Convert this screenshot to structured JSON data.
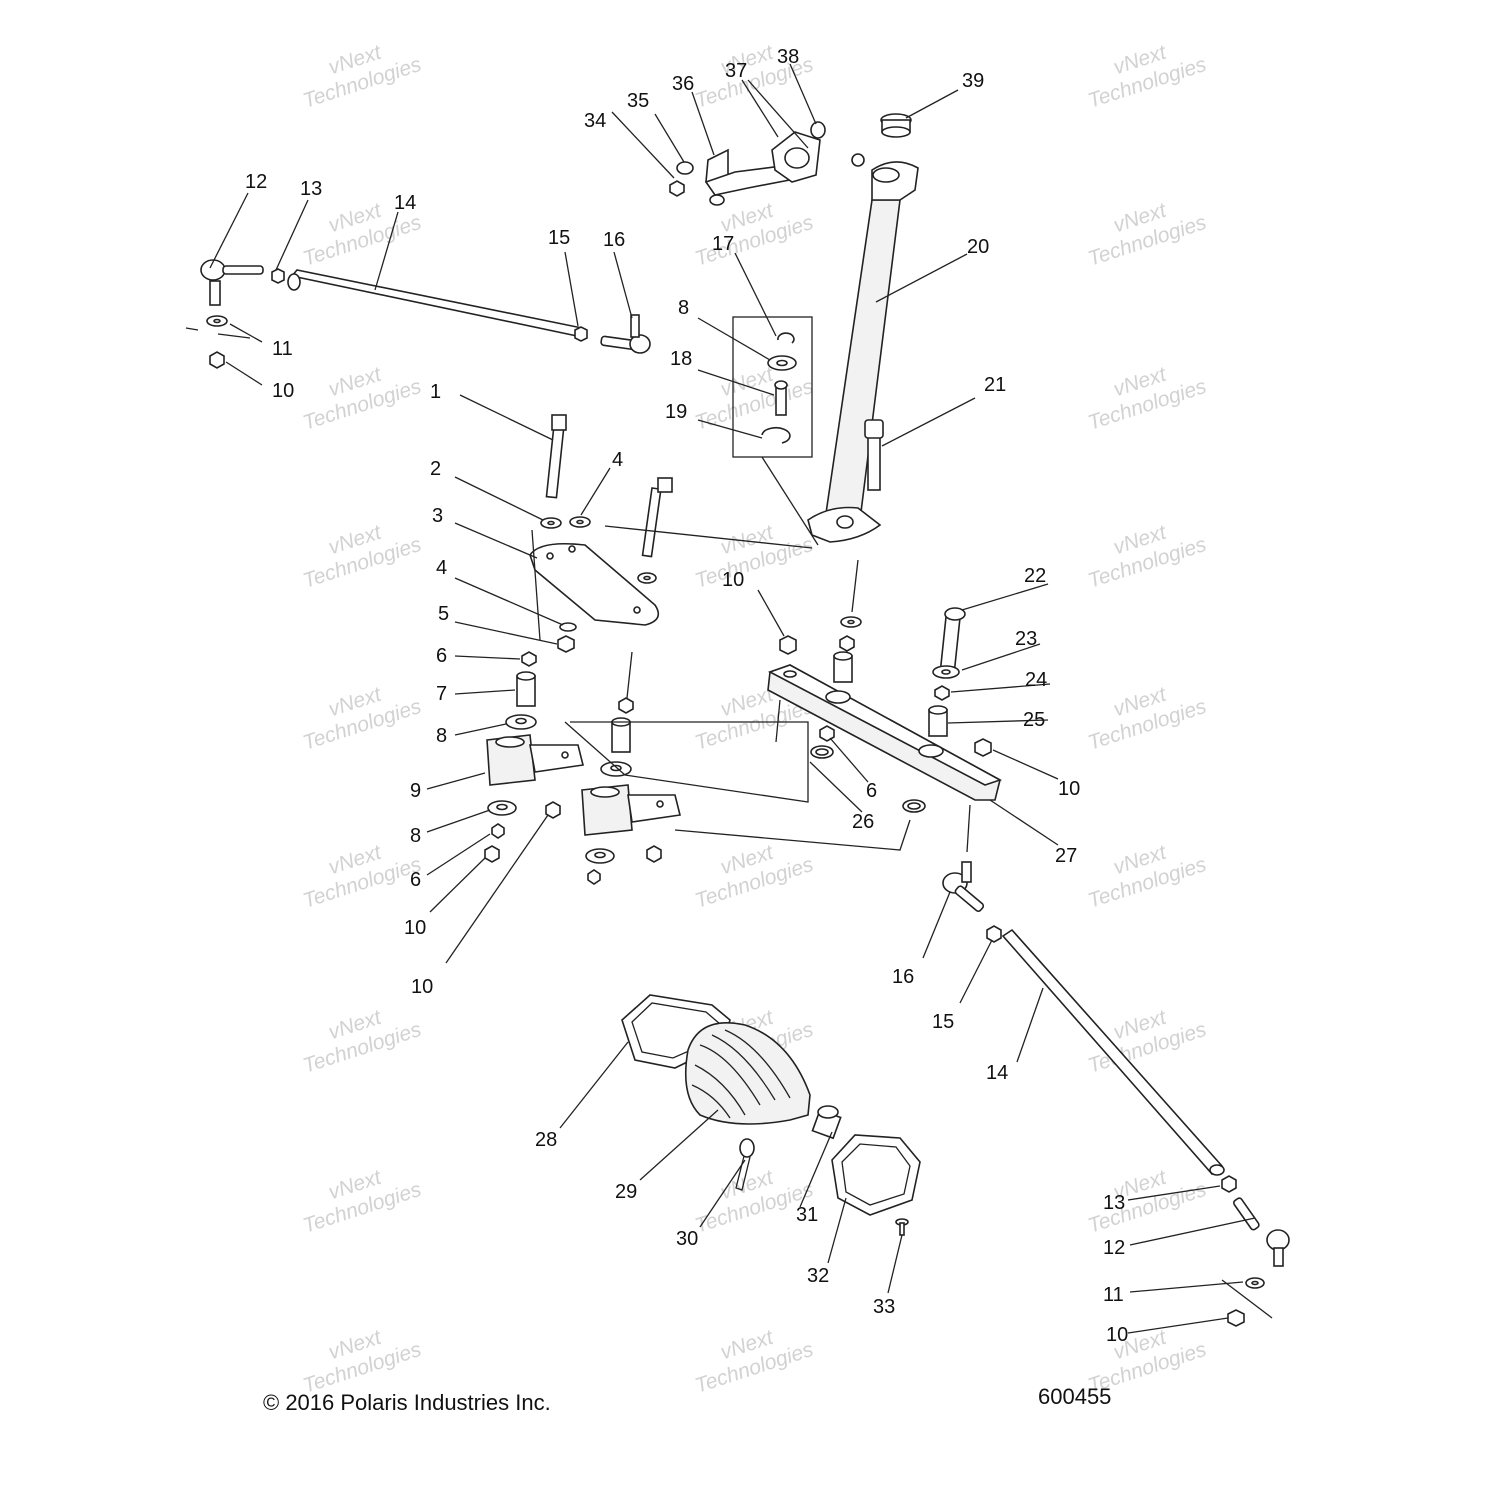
{
  "diagram": {
    "watermark_line1": "vNext",
    "watermark_line2": "Technologies",
    "copyright": "© 2016 Polaris Industries Inc.",
    "figure_number": "600455",
    "callouts": [
      {
        "id": "c01",
        "label": "1"
      },
      {
        "id": "c02",
        "label": "2"
      },
      {
        "id": "c03",
        "label": "3"
      },
      {
        "id": "c04a",
        "label": "4"
      },
      {
        "id": "c04b",
        "label": "4"
      },
      {
        "id": "c05",
        "label": "5"
      },
      {
        "id": "c06a",
        "label": "6"
      },
      {
        "id": "c06b",
        "label": "6"
      },
      {
        "id": "c06c",
        "label": "6"
      },
      {
        "id": "c07",
        "label": "7"
      },
      {
        "id": "c08a",
        "label": "8"
      },
      {
        "id": "c08b",
        "label": "8"
      },
      {
        "id": "c08c",
        "label": "8"
      },
      {
        "id": "c09",
        "label": "9"
      },
      {
        "id": "c10a",
        "label": "10"
      },
      {
        "id": "c10b",
        "label": "10"
      },
      {
        "id": "c10c",
        "label": "10"
      },
      {
        "id": "c10d",
        "label": "10"
      },
      {
        "id": "c10e",
        "label": "10"
      },
      {
        "id": "c10f",
        "label": "10"
      },
      {
        "id": "c11a",
        "label": "11"
      },
      {
        "id": "c11b",
        "label": "11"
      },
      {
        "id": "c12a",
        "label": "12"
      },
      {
        "id": "c12b",
        "label": "12"
      },
      {
        "id": "c13a",
        "label": "13"
      },
      {
        "id": "c13b",
        "label": "13"
      },
      {
        "id": "c14a",
        "label": "14"
      },
      {
        "id": "c14b",
        "label": "14"
      },
      {
        "id": "c15a",
        "label": "15"
      },
      {
        "id": "c15b",
        "label": "15"
      },
      {
        "id": "c16a",
        "label": "16"
      },
      {
        "id": "c16b",
        "label": "16"
      },
      {
        "id": "c17",
        "label": "17"
      },
      {
        "id": "c18",
        "label": "18"
      },
      {
        "id": "c19",
        "label": "19"
      },
      {
        "id": "c20",
        "label": "20"
      },
      {
        "id": "c21",
        "label": "21"
      },
      {
        "id": "c22",
        "label": "22"
      },
      {
        "id": "c23",
        "label": "23"
      },
      {
        "id": "c24",
        "label": "24"
      },
      {
        "id": "c25",
        "label": "25"
      },
      {
        "id": "c26",
        "label": "26"
      },
      {
        "id": "c27",
        "label": "27"
      },
      {
        "id": "c28",
        "label": "28"
      },
      {
        "id": "c29",
        "label": "29"
      },
      {
        "id": "c30",
        "label": "30"
      },
      {
        "id": "c31",
        "label": "31"
      },
      {
        "id": "c32",
        "label": "32"
      },
      {
        "id": "c33",
        "label": "33"
      },
      {
        "id": "c34",
        "label": "34"
      },
      {
        "id": "c35",
        "label": "35"
      },
      {
        "id": "c36",
        "label": "36"
      },
      {
        "id": "c37",
        "label": "37"
      },
      {
        "id": "c38",
        "label": "38"
      },
      {
        "id": "c39",
        "label": "39"
      }
    ]
  }
}
